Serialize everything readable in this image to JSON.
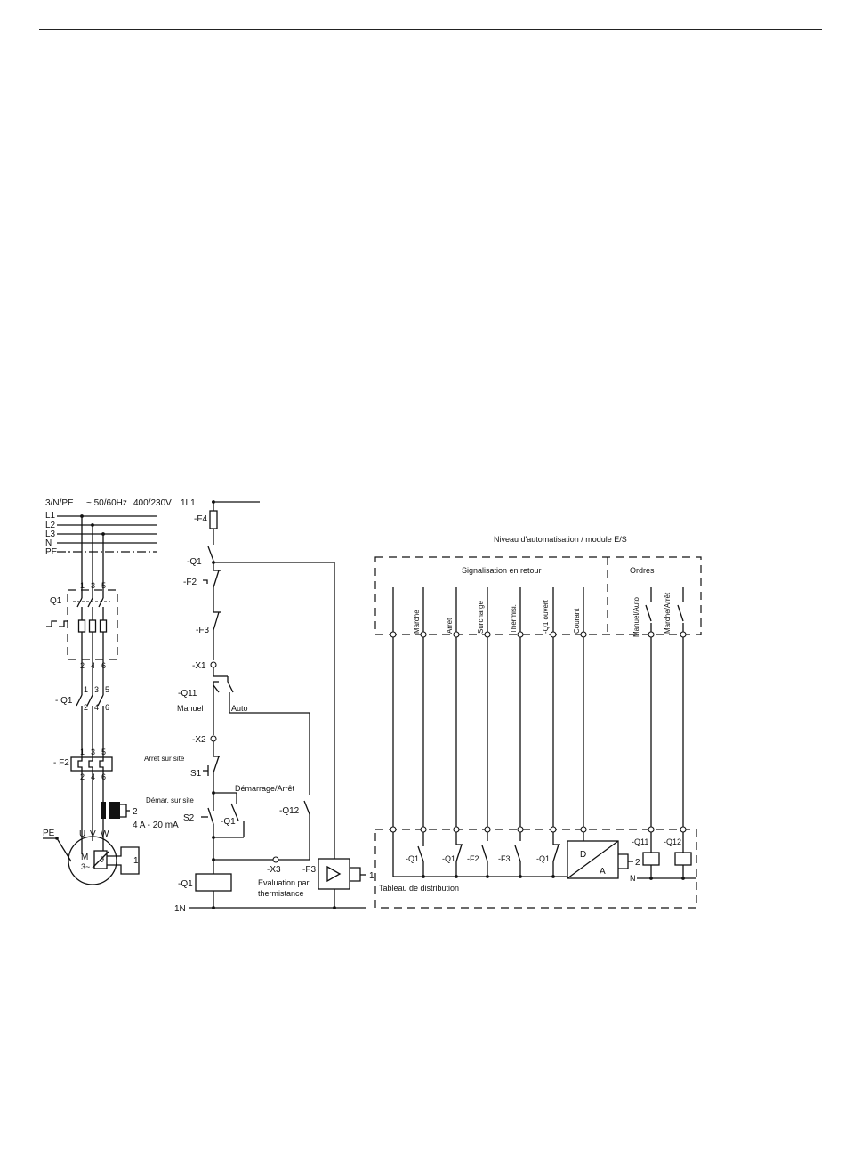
{
  "supply": {
    "network": "3/N/PE",
    "frequency": "~ 50/60Hz",
    "voltage": "400/230V",
    "lines": [
      "L1",
      "L2",
      "L3",
      "N",
      "PE"
    ]
  },
  "power": {
    "q1": "Q1",
    "q1_contactor": "- Q1",
    "f2": "- F2",
    "terminals_top": [
      "1",
      "3",
      "5"
    ],
    "terminals_bottom": [
      "2",
      "4",
      "6"
    ],
    "motor_terminals": [
      "U",
      "V",
      "W"
    ],
    "pe": "PE",
    "motor": "M",
    "motor_phase": "3~",
    "theta": "ϑ",
    "current_sensor_num": "2",
    "current_range": "4 A - 20 mA",
    "thermistor_num": "1"
  },
  "control": {
    "supply_top": "1L1",
    "fuse": "-F4",
    "q1_aux": "-Q1",
    "f2": "-F2",
    "f3": "-F3",
    "x1": "-X1",
    "q11": "-Q11",
    "manual": "Manuel",
    "auto": "Auto",
    "x2": "-X2",
    "local_stop": "Arrêt sur site",
    "s1": "S1",
    "start_stop": "Démarrage/Arrêt",
    "local_start": "Démar. sur site",
    "s2": "S2",
    "q1_hold": "-Q1",
    "q12": "-Q12",
    "x3": "-X3",
    "f3_relay": "-F3",
    "relay_num": "1",
    "eval_line1": "Evaluation par",
    "eval_line2": "thermistance",
    "coil": "-Q1",
    "supply_bottom": "1N"
  },
  "automation": {
    "title": "Niveau d'automatisation / module E/S",
    "feedback_group": "Signalisation en retour",
    "commands_group": "Ordres",
    "feedback_signals": [
      "Marche",
      "Arrêt",
      "Surcharge",
      "Thermisi.",
      "-Q1 ouvert",
      "Courant"
    ],
    "command_signals": [
      "Manuel/Auto",
      "Marche/Arrêt"
    ],
    "panel_label": "Tableau de distribution",
    "contacts": [
      "-Q1",
      "-Q1",
      "-F2",
      "-F3",
      "-Q1"
    ],
    "converter_d": "D",
    "converter_a": "A",
    "converter_num": "2",
    "n_label": "N",
    "relay_q11": "-Q11",
    "relay_q12": "-Q12"
  }
}
